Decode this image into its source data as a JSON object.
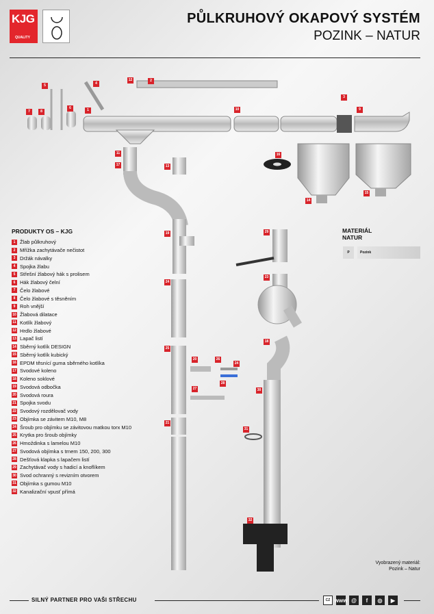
{
  "header": {
    "brand": "KJG",
    "brand_sub": "QUALITY",
    "title": "PŮLKRUHOVÝ OKAPOVÝ SYSTÉM",
    "subtitle": "POZINK – NATUR"
  },
  "products": {
    "heading": "PRODUKTY OS – KJG",
    "items": [
      {
        "n": "1",
        "label": "Žlab půlkruhový"
      },
      {
        "n": "2",
        "label": "Mřížka zachytávače nečistot"
      },
      {
        "n": "3",
        "label": "Držák návalky"
      },
      {
        "n": "4",
        "label": "Spojka žlabu"
      },
      {
        "n": "5",
        "label": "Střešní žlabový hák s prolisem"
      },
      {
        "n": "6",
        "label": "Hák žlabový čelní"
      },
      {
        "n": "7",
        "label": "Čelo žlabové"
      },
      {
        "n": "8",
        "label": "Čelo žlabové s těsněním"
      },
      {
        "n": "9",
        "label": "Roh vnější"
      },
      {
        "n": "10",
        "label": "Žlabová dilatace"
      },
      {
        "n": "11",
        "label": "Kotlík žlabový"
      },
      {
        "n": "12",
        "label": "Hrdlo žlabové"
      },
      {
        "n": "13",
        "label": "Lapač listí"
      },
      {
        "n": "14",
        "label": "Sběrný kotlík DESIGN"
      },
      {
        "n": "15",
        "label": "Sběrný kotlík kubický"
      },
      {
        "n": "16",
        "label": "EPDM těsnící guma sběrného kotlíka"
      },
      {
        "n": "17",
        "label": "Svodové koleno"
      },
      {
        "n": "18",
        "label": "Koleno soklové"
      },
      {
        "n": "19",
        "label": "Svodová odbočka"
      },
      {
        "n": "20",
        "label": "Svodová roura"
      },
      {
        "n": "21",
        "label": "Spojka svodu"
      },
      {
        "n": "22",
        "label": "Svodový rozdělovač vody"
      },
      {
        "n": "23",
        "label": "Objímka se závitem M10, M8"
      },
      {
        "n": "24",
        "label": "Šroub pro objímku se závitovou matkou torx M10"
      },
      {
        "n": "25",
        "label": "Krytka pro šroub objímky"
      },
      {
        "n": "26",
        "label": "Hmoždinka s lamelou M10"
      },
      {
        "n": "27",
        "label": "Svodová objímka s trnem 150, 200, 300"
      },
      {
        "n": "28",
        "label": "Dešťová klapka s lapačem listí"
      },
      {
        "n": "29",
        "label": "Zachytávač vody s hadicí a knoflíkem"
      },
      {
        "n": "30",
        "label": "Svod ochranný s revizním otvorem"
      },
      {
        "n": "31",
        "label": "Objímka s gumou M10"
      },
      {
        "n": "32",
        "label": "Kanalizační vpusť přímá"
      }
    ]
  },
  "material": {
    "heading1": "MATERIÁL",
    "heading2": "NATUR",
    "code": "P",
    "name": "Pozink"
  },
  "shown_material": {
    "line1": "Vyobrazený materiál:",
    "line2": "Pozink – Natur"
  },
  "diagram": {
    "callouts": [
      "5",
      "4",
      "12",
      "2",
      "3",
      "7",
      "8",
      "6",
      "1",
      "10",
      "9",
      "11",
      "17",
      "13",
      "16",
      "14",
      "15",
      "19",
      "29",
      "24",
      "23",
      "25",
      "20",
      "26",
      "24",
      "28",
      "27",
      "18",
      "30",
      "21",
      "31",
      "32"
    ]
  },
  "footer": {
    "slogan": "SILNÝ PARTNER PRO VAŠI STŘECHU",
    "icons": [
      {
        "name": "cz",
        "text": "CZ"
      },
      {
        "name": "www",
        "text": "www"
      },
      {
        "name": "email",
        "text": "@"
      },
      {
        "name": "facebook",
        "text": "f"
      },
      {
        "name": "instagram",
        "text": "◎"
      },
      {
        "name": "youtube",
        "text": "▶"
      }
    ]
  },
  "colors": {
    "accent": "#d8232a"
  }
}
